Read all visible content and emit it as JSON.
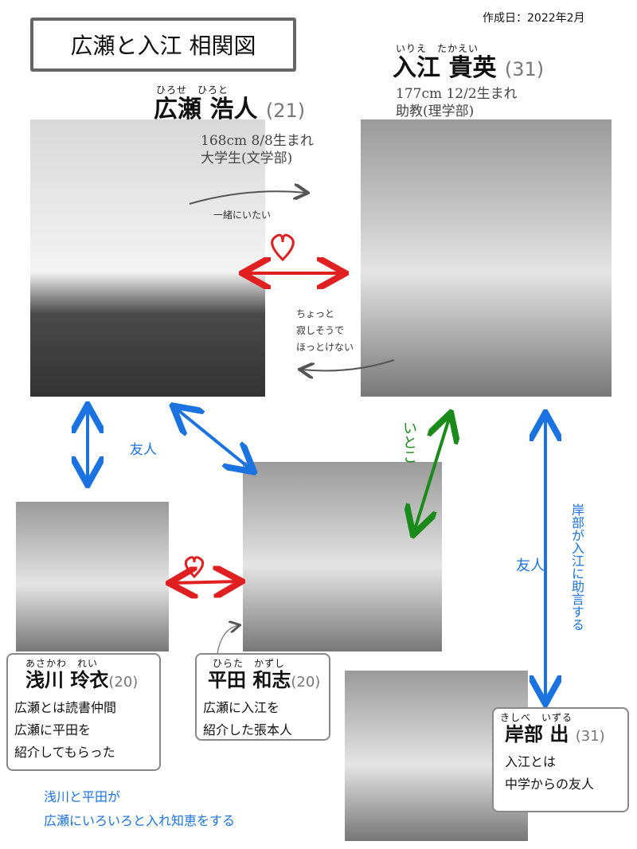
{
  "title": "広瀬と入江 相関図",
  "date": "作成日：2022年2月",
  "hirose": {
    "furigana": "ひろせ　ひろと",
    "name": "広瀬 浩人",
    "age": "(21)",
    "info1": "168cm 8/8生まれ",
    "info2": "大学生(文学部)"
  },
  "irie": {
    "furigana": "いりえ　たかえい",
    "name": "入江 貴英",
    "age": "(31)",
    "info1": "177cm 12/2生まれ",
    "info2": "助教(理学部)"
  },
  "asakawa": {
    "furigana": "あさかわ　れい",
    "name": "浅川 玲衣",
    "age": "(20)",
    "desc": [
      "広瀬とは読書仲間",
      "広瀬に平田を",
      "紹介してもらった"
    ]
  },
  "hirata": {
    "furigana": "ひらた　かずし",
    "name": "平田 和志",
    "age": "(20)",
    "desc": [
      "広瀬に入江を",
      "紹介した張本人"
    ]
  },
  "kishibe": {
    "furigana": "きしべ　いずる",
    "name": "岸部 出",
    "age": "(31)",
    "desc": [
      "入江とは",
      "中学からの友人"
    ]
  },
  "relations": {
    "hirose_to_irie": "一緒にいたい",
    "irie_to_hirose": [
      "ちょっと",
      "寂しそうで",
      "ほっとけない"
    ],
    "friend1": "友人",
    "cousin": "いとこ",
    "friend2": "友人",
    "kishibe_advice": "岸部が入江に助言する",
    "bottom": [
      "浅川と平田が",
      "広瀬にいろいろと入れ知恵をする"
    ]
  },
  "colors": {
    "love": "#e02020",
    "friend": "#1a73e0",
    "cousin": "#1a8a1a",
    "note": "#555555"
  }
}
